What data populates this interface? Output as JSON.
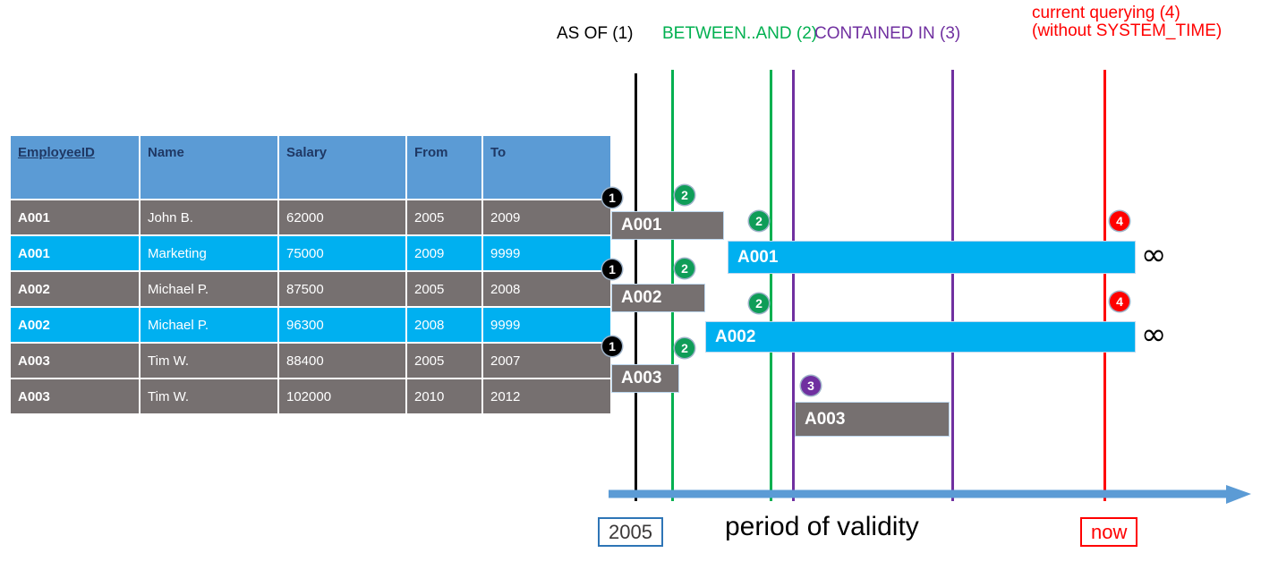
{
  "table": {
    "columns": [
      "EmployeeID",
      "Name",
      "Salary",
      "From",
      "To"
    ],
    "rows": [
      {
        "style": "gray",
        "EmployeeID": "A001",
        "Name": "John  B.",
        "Salary": "62000",
        "From": "2005",
        "To": "2009"
      },
      {
        "style": "cyan",
        "EmployeeID": "A001",
        "Name": "Marketing",
        "Salary": "75000",
        "From": "2009",
        "To": "9999"
      },
      {
        "style": "gray",
        "EmployeeID": "A002",
        "Name": "Michael P.",
        "Salary": "87500",
        "From": "2005",
        "To": "2008"
      },
      {
        "style": "cyan",
        "EmployeeID": "A002",
        "Name": "Michael P.",
        "Salary": "96300",
        "From": "2008",
        "To": "9999"
      },
      {
        "style": "gray",
        "EmployeeID": "A003",
        "Name": "Tim W.",
        "Salary": "88400",
        "From": "2005",
        "To": "2007"
      },
      {
        "style": "gray",
        "EmployeeID": "A003",
        "Name": "Tim W.",
        "Salary": "102000",
        "From": "2010",
        "To": "2012"
      }
    ]
  },
  "diagram": {
    "legend": [
      {
        "id": "asof",
        "label": "AS OF (1)",
        "color": "#000000"
      },
      {
        "id": "between",
        "label": "BETWEEN..AND (2)",
        "color": "#00B050"
      },
      {
        "id": "contained",
        "label": "CONTAINED IN (3)",
        "color": "#7030A0"
      },
      {
        "id": "current",
        "label_line1": "current querying (4)",
        "label_line2": "(without SYSTEM_TIME)",
        "color": "#FF0000"
      }
    ],
    "bars": [
      {
        "id": "bar-a001-gray",
        "label": "A001",
        "style": "gray"
      },
      {
        "id": "bar-a001-cyan",
        "label": "A001",
        "style": "cyan"
      },
      {
        "id": "bar-a002-gray",
        "label": "A002",
        "style": "gray"
      },
      {
        "id": "bar-a002-cyan",
        "label": "A002",
        "style": "cyan"
      },
      {
        "id": "bar-a003-gray-1",
        "label": "A003",
        "style": "gray"
      },
      {
        "id": "bar-a003-gray-2",
        "label": "A003",
        "style": "gray"
      }
    ],
    "badges": [
      {
        "id": "badge-1-a001",
        "number": "1",
        "variant": "b1"
      },
      {
        "id": "badge-2-a001-left",
        "number": "2",
        "variant": "b2"
      },
      {
        "id": "badge-2-a001-right",
        "number": "2",
        "variant": "b2"
      },
      {
        "id": "badge-4-a001",
        "number": "4",
        "variant": "b4"
      },
      {
        "id": "badge-1-a002",
        "number": "1",
        "variant": "b1"
      },
      {
        "id": "badge-2-a002-left",
        "number": "2",
        "variant": "b2"
      },
      {
        "id": "badge-2-a002-right",
        "number": "2",
        "variant": "b2"
      },
      {
        "id": "badge-4-a002",
        "number": "4",
        "variant": "b4"
      },
      {
        "id": "badge-1-a003",
        "number": "1",
        "variant": "b1"
      },
      {
        "id": "badge-2-a003",
        "number": "2",
        "variant": "b2"
      },
      {
        "id": "badge-3-a003",
        "number": "3",
        "variant": "b3"
      }
    ],
    "infinity_symbols": [
      "∞",
      "∞"
    ],
    "axis": {
      "start_label": "2005",
      "end_label": "now",
      "caption": "period of validity",
      "arrow_color": "#5B9BD5"
    },
    "colors": {
      "header_blue": "#5B9BD5",
      "row_gray": "#767070",
      "row_cyan": "#00B0F0",
      "green": "#00B050",
      "purple": "#7030A0",
      "red": "#FF0000",
      "black": "#000000"
    }
  }
}
